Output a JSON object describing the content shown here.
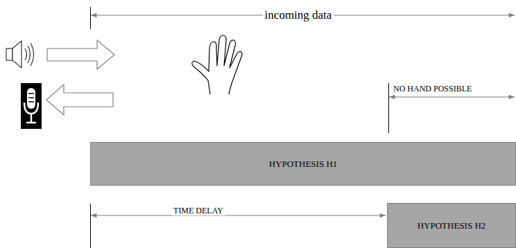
{
  "diagram": {
    "nodes": [
      {
        "text": [
          "HYPOTHESIS H1"
        ]
      },
      {
        "text": [
          "HYPOTHESIS H2"
        ]
      }
    ],
    "labels": [
      "incoming data",
      "NO HAND POSSIBLE",
      "TIME DELAY"
    ]
  }
}
